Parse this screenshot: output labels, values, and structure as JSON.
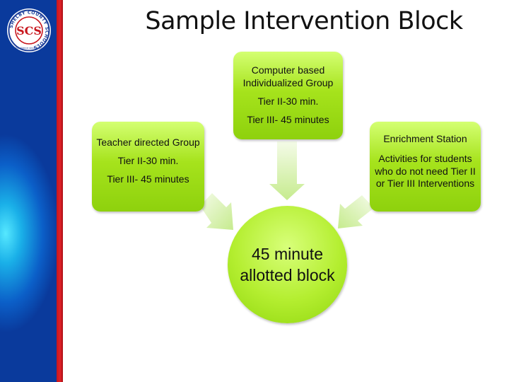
{
  "slide": {
    "title": "Sample Intervention Block"
  },
  "logo": {
    "monogram": "SCS",
    "ring_text": "SHELBY COUNTY SCHOOLS",
    "est_text": "Excellence since 1867"
  },
  "diagram": {
    "top_box": {
      "heading": "Computer based Individualized Group",
      "line1": "Tier II-30 min.",
      "line2": "Tier III- 45 minutes"
    },
    "left_box": {
      "heading": "Teacher directed Group",
      "line1": "Tier II-30 min.",
      "line2": "Tier III- 45 minutes"
    },
    "right_box": {
      "heading": "Enrichment Station",
      "description": "Activities for students who do not need Tier II or Tier III Interventions"
    },
    "center": {
      "label": "45 minute allotted block"
    }
  },
  "colors": {
    "sidebar_blue": "#0b5fc8",
    "sidebar_cyan": "#56e8ff",
    "red_stripe": "#e02128",
    "box_green": "#a6e31c",
    "arrow_green": "#d6f0a8"
  }
}
